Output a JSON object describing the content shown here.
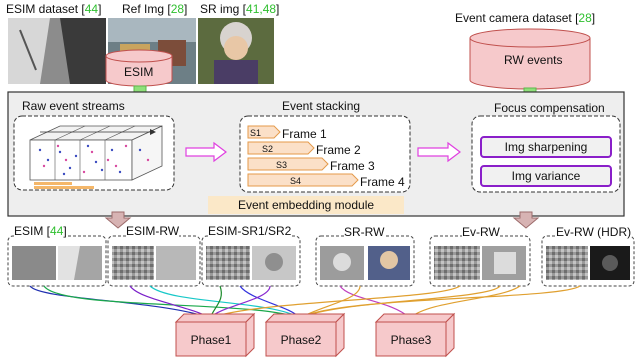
{
  "top": {
    "esim_dataset": {
      "text": "ESIM dataset [",
      "ref": "44",
      "close": "]"
    },
    "ref_img": {
      "text": "Ref Img [",
      "ref": "28",
      "close": "]"
    },
    "sr_img": {
      "text": "SR img [",
      "ref": "41,48",
      "close": "]"
    },
    "esim_cylinder": "ESIM",
    "event_camera": {
      "text": "Event camera dataset [",
      "ref": "28",
      "close": "]"
    },
    "rw_cylinder": "RW events"
  },
  "module": {
    "title": "Event embedding module",
    "raw_title": "Raw event streams",
    "stacking_title": "Event stacking",
    "focus_title": "Focus compensation",
    "tags": [
      "S1",
      "S2",
      "S3",
      "S4"
    ],
    "frames": [
      "Frame 1",
      "Frame 2",
      "Frame 3",
      "Frame 4"
    ],
    "focus_items": [
      "Img sharpening",
      "Img variance"
    ]
  },
  "datasets": {
    "esim": {
      "text": "ESIM  [",
      "ref": "44",
      "close": "]"
    },
    "esim_rw": "ESIM-RW",
    "esim_sr": "ESIM-SR1/SR2",
    "sr_rw": "SR-RW",
    "ev_rw": "Ev-RW",
    "ev_rw_hdr": "Ev-RW (HDR)"
  },
  "phases": [
    "Phase1",
    "Phase2",
    "Phase3"
  ],
  "colors": {
    "accent_ref": "#2fbf2f",
    "pink_fill": "#f6c9cb",
    "pink_stroke": "#c0504d",
    "focus_border": "#8a1fc9",
    "banner": "#fbe8c8",
    "arrow_green": "#8fe07a",
    "arrow_magenta": "#e040e0"
  }
}
